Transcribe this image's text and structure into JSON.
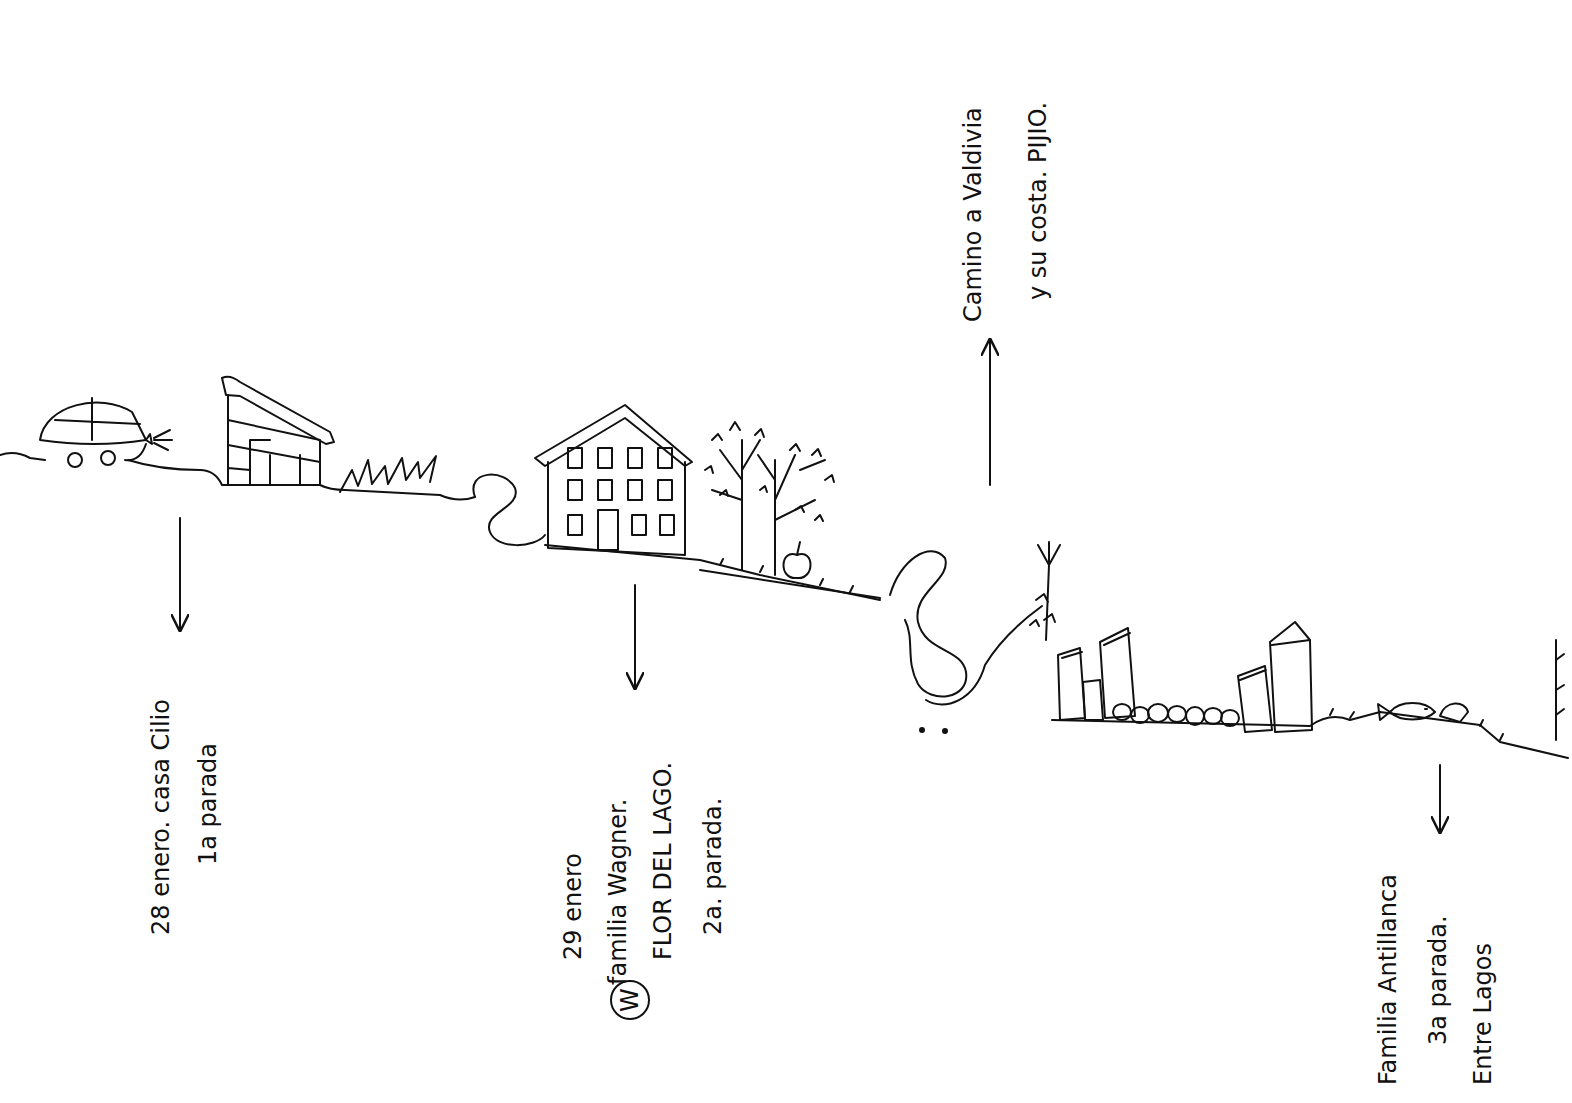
{
  "diagram": {
    "labels": [
      "28 enero. casa Cilio",
      "1a parada",
      "29 enero",
      "W",
      "familia Wagner.",
      "FLOR DEL LAGO.",
      "2a. parada.",
      "Camino a Valdivia",
      "y su costa. PIJIO.",
      "Familia Antillanca",
      "3a parada.",
      "Entre Lagos"
    ]
  }
}
